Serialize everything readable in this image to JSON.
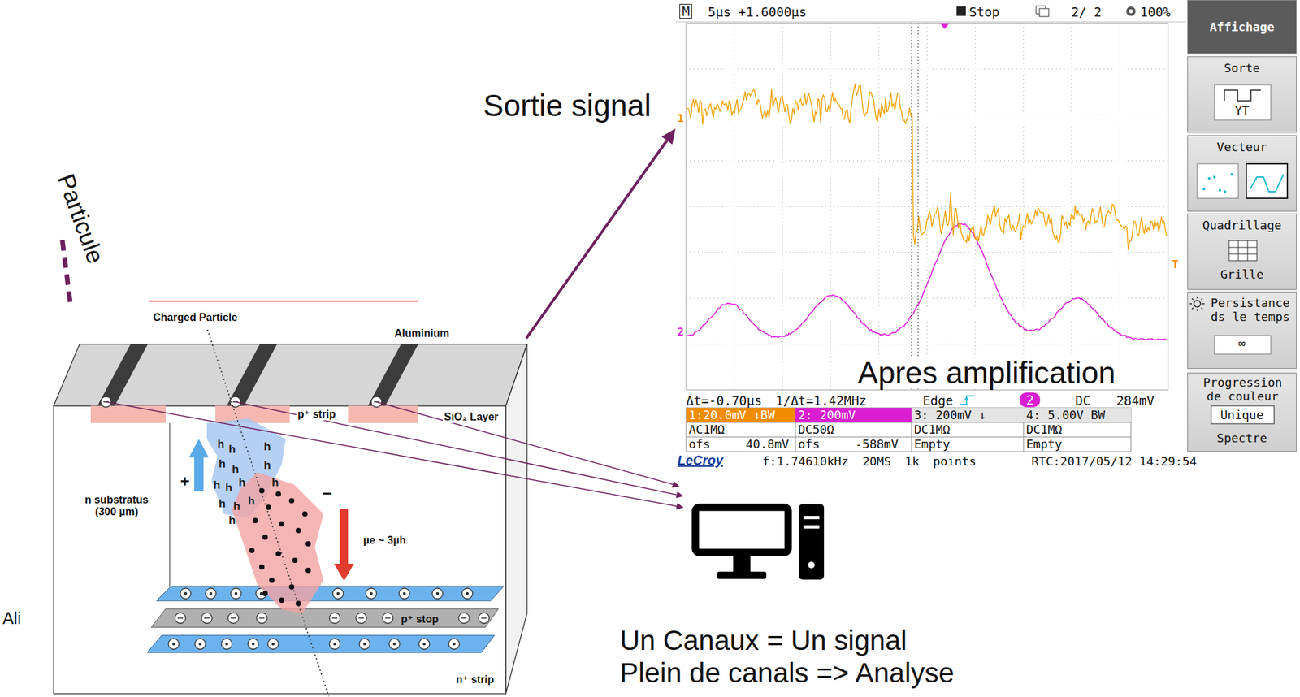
{
  "diagram": {
    "nodes": [
      {
        "text": [
          "Affichage"
        ]
      },
      {
        "text": [
          "Sorte",
          "YT"
        ]
      },
      {
        "text": [
          "Vecteur"
        ]
      },
      {
        "text": [
          "Quadrillage",
          "Grille"
        ]
      },
      {
        "text": [
          "Persistance ds le temps",
          "∞"
        ]
      },
      {
        "text": [
          "Progression de couleur",
          "Unique",
          "Spectre"
        ]
      }
    ],
    "labels": [
      "M",
      "5µs +1.6000µs",
      "Stop",
      "2/ 2",
      "100%",
      "1",
      "2",
      "T",
      "Δt=-0.70µs",
      "1/Δt=1.42MHz",
      "Edge",
      "2",
      "DC",
      "284mV",
      "1:20.0mV ↓BW",
      "2: 200mV",
      "3: 200mV ↓",
      "4: 5.00V BW",
      "AC1MΩ",
      "DC50Ω",
      "DC1MΩ",
      "DC1MΩ",
      "ofs",
      "40.8mV",
      "ofs",
      "-588mV",
      "Empty",
      "Empty",
      "LeCroy",
      "f:1.74610kHz 20MS 1k points",
      "RTC:2017/05/12 14:29:54",
      "Sortie signal",
      "Apres amplification",
      "Particule",
      "Charged Particle",
      "Aluminium",
      "p⁺ strip",
      "SiO₂ Layer",
      "n substratus (300 µm)",
      "+",
      "−",
      "h",
      "h",
      "h",
      "h",
      "h",
      "h",
      "h",
      "h",
      "h",
      "h",
      "h",
      "h",
      "h",
      "h",
      "µe ~ 3µh",
      "p⁺ stop",
      "n⁺ strip",
      "Ali",
      "Un Canaux = Un signal",
      "Plein de canals => Analyse"
    ]
  }
}
